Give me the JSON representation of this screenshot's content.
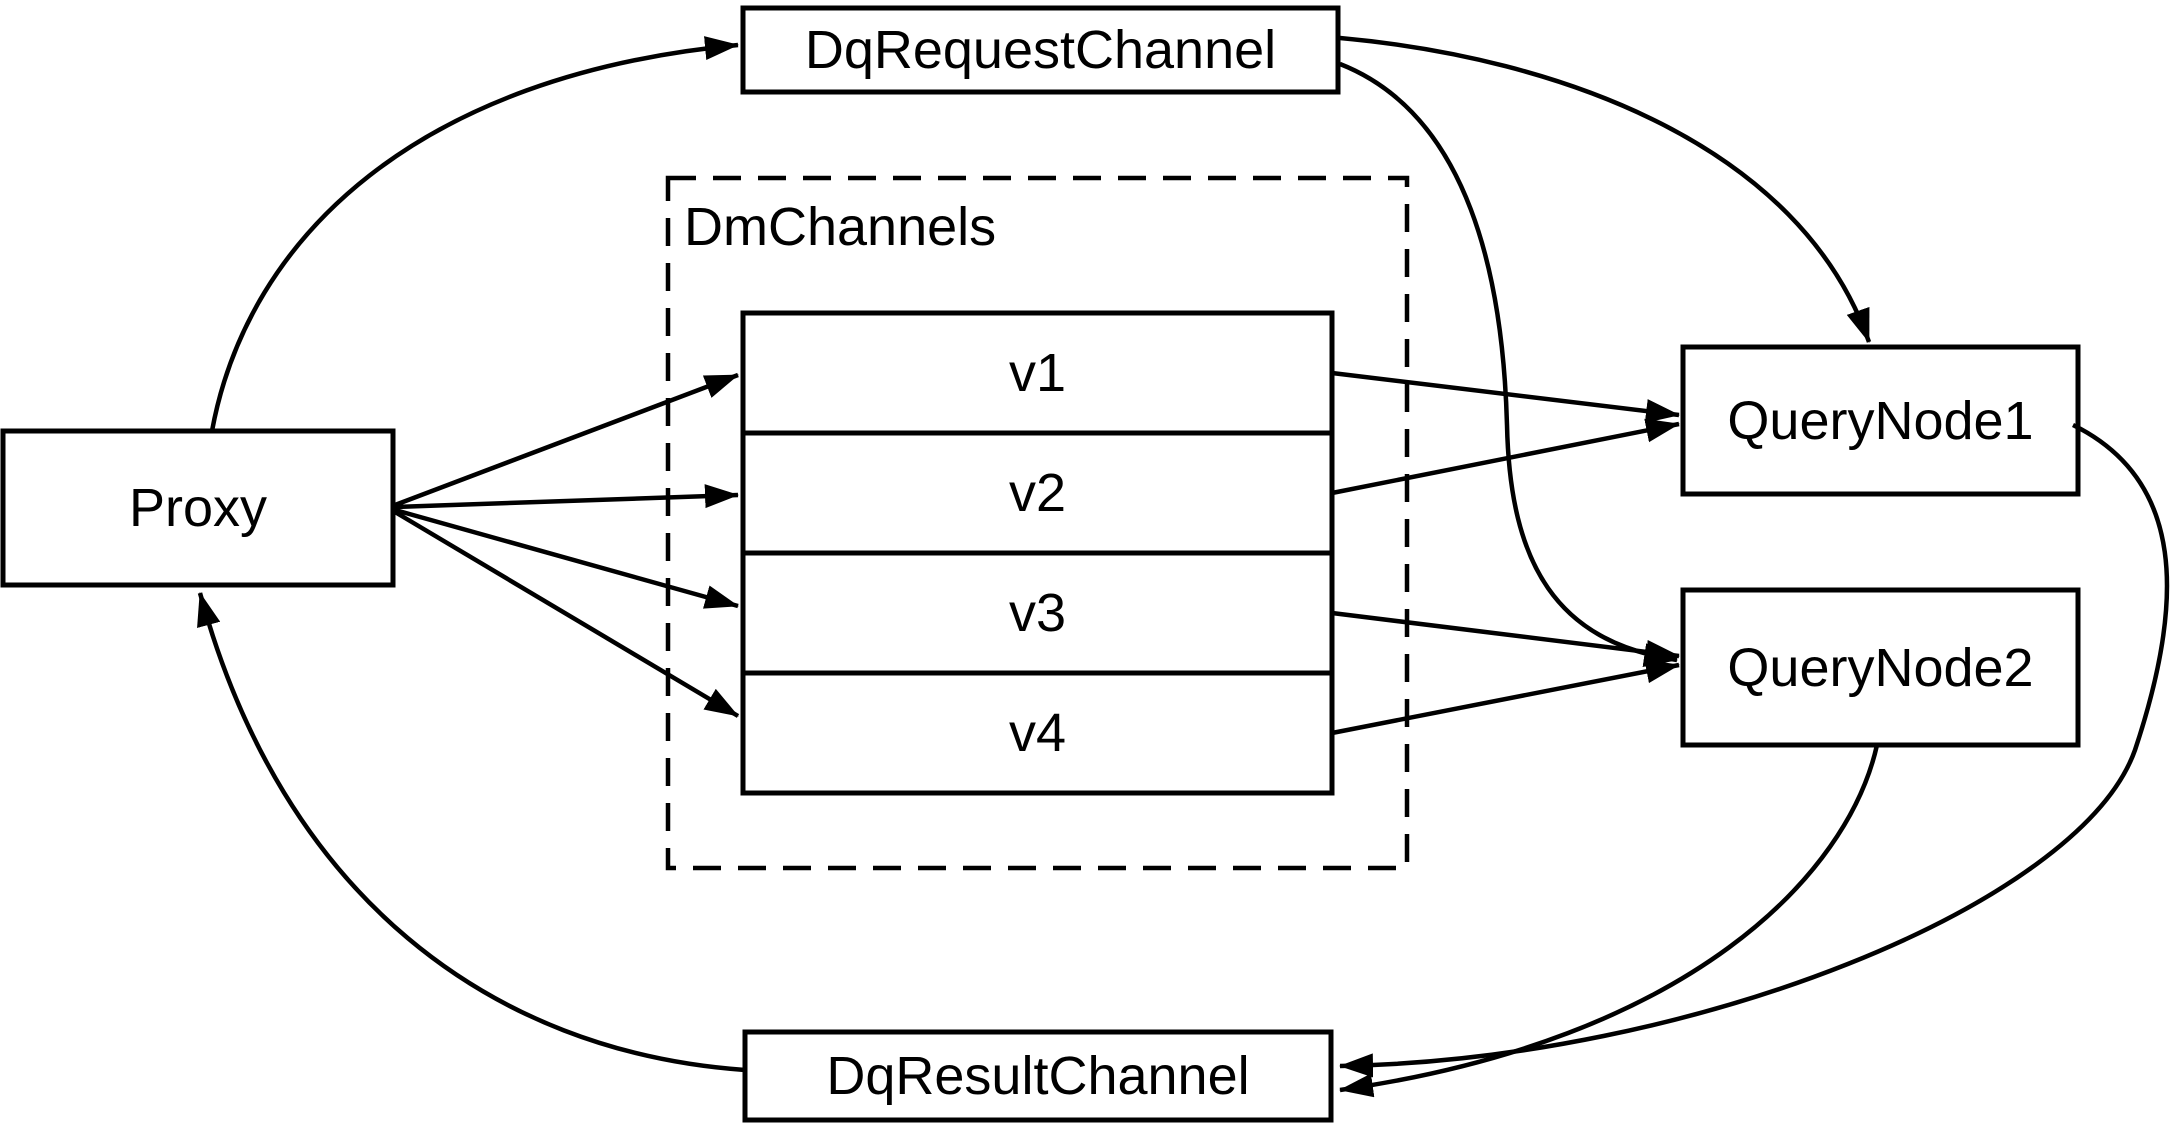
{
  "diagram": {
    "nodes": {
      "proxy": {
        "label": "Proxy"
      },
      "dq_request_channel": {
        "label": "DqRequestChannel"
      },
      "dm_channels_group": {
        "label": "DmChannels"
      },
      "channels": [
        "v1",
        "v2",
        "v3",
        "v4"
      ],
      "query_node1": {
        "label": "QueryNode1"
      },
      "query_node2": {
        "label": "QueryNode2"
      },
      "dq_result_channel": {
        "label": "DqResultChannel"
      }
    },
    "edges": [
      {
        "from": "Proxy",
        "to": "DqRequestChannel"
      },
      {
        "from": "Proxy",
        "to": "v1"
      },
      {
        "from": "Proxy",
        "to": "v2"
      },
      {
        "from": "Proxy",
        "to": "v3"
      },
      {
        "from": "Proxy",
        "to": "v4"
      },
      {
        "from": "v1",
        "to": "QueryNode1"
      },
      {
        "from": "v2",
        "to": "QueryNode1"
      },
      {
        "from": "v3",
        "to": "QueryNode2"
      },
      {
        "from": "v4",
        "to": "QueryNode2"
      },
      {
        "from": "DqRequestChannel",
        "to": "QueryNode1"
      },
      {
        "from": "DqRequestChannel",
        "to": "QueryNode2"
      },
      {
        "from": "QueryNode1",
        "to": "DqResultChannel"
      },
      {
        "from": "QueryNode2",
        "to": "DqResultChannel"
      },
      {
        "from": "DqResultChannel",
        "to": "Proxy"
      }
    ]
  },
  "colors": {
    "stroke": "#000000",
    "fill": "#ffffff",
    "text": "#000000"
  }
}
